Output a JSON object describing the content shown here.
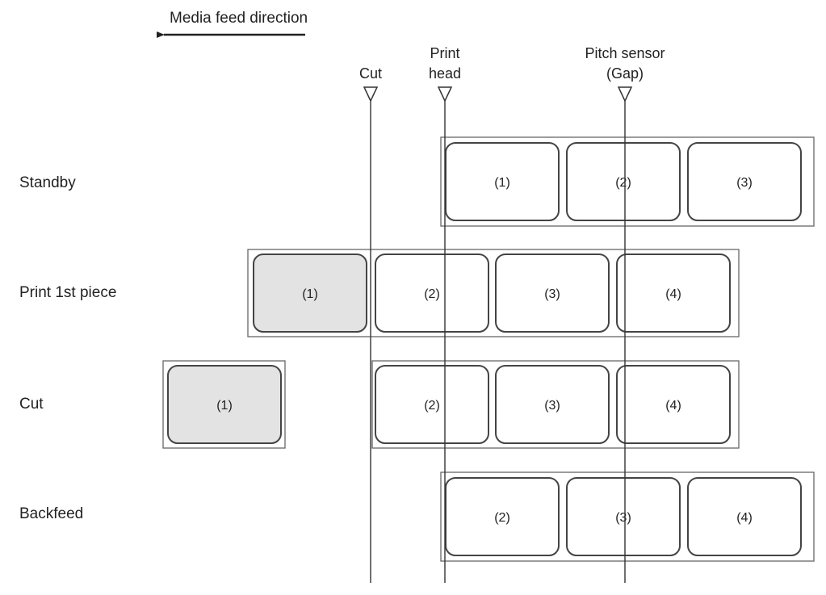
{
  "feed_direction": {
    "text": "Media feed direction"
  },
  "markers": [
    {
      "id": "cut",
      "lines": [
        "Cut"
      ]
    },
    {
      "id": "print-head",
      "lines": [
        "Print",
        "head"
      ]
    },
    {
      "id": "pitch-sensor",
      "lines": [
        "Pitch sensor",
        "(Gap)"
      ]
    }
  ],
  "rows": [
    {
      "id": "standby",
      "label": "Standby",
      "labels": [
        {
          "text": "(1)",
          "printed": false
        },
        {
          "text": "(2)",
          "printed": false
        },
        {
          "text": "(3)",
          "printed": false
        }
      ]
    },
    {
      "id": "print-1st-piece",
      "label": "Print 1st piece",
      "labels": [
        {
          "text": "(1)",
          "printed": true
        },
        {
          "text": "(2)",
          "printed": false
        },
        {
          "text": "(3)",
          "printed": false
        },
        {
          "text": "(4)",
          "printed": false
        }
      ]
    },
    {
      "id": "cut",
      "label": "Cut",
      "labels": [
        {
          "text": "(1)",
          "printed": true,
          "cut_off": true
        },
        {
          "text": "(2)",
          "printed": false
        },
        {
          "text": "(3)",
          "printed": false
        },
        {
          "text": "(4)",
          "printed": false
        }
      ]
    },
    {
      "id": "backfeed",
      "label": "Backfeed",
      "labels": [
        {
          "text": "(2)",
          "printed": false
        },
        {
          "text": "(3)",
          "printed": false
        },
        {
          "text": "(4)",
          "printed": false
        }
      ]
    }
  ],
  "colors": {
    "printed_fill": "#e3e3e3",
    "blank_fill": "#ffffff",
    "line": "#333333"
  }
}
